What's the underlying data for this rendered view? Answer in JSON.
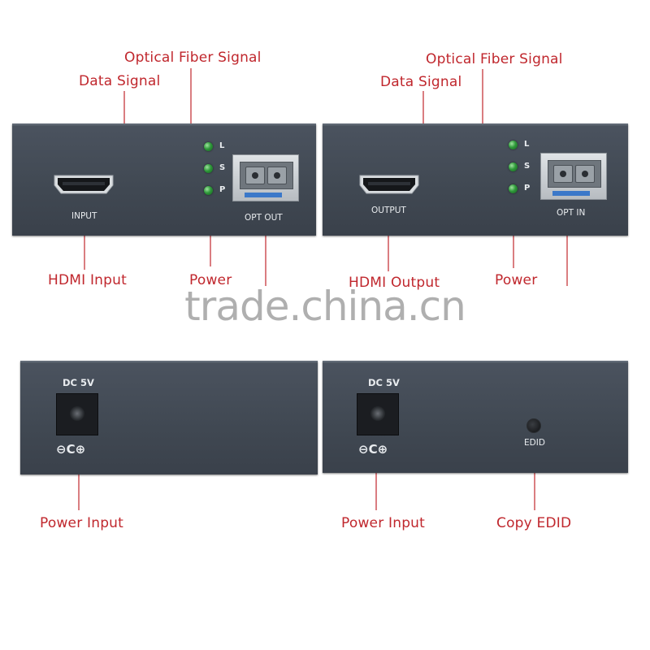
{
  "top_callouts": {
    "left": {
      "optical_fiber_signal": "Optical Fiber Signal",
      "data_signal": "Data Signal",
      "hdmi_input": "HDMI Input",
      "power": "Power"
    },
    "right": {
      "optical_fiber_signal": "Optical Fiber Signal",
      "data_signal": "Data Signal",
      "hdmi_output": "HDMI Output",
      "power": "Power"
    }
  },
  "transmitter_front": {
    "hdmi_label": "INPUT",
    "opt_label": "OPT OUT",
    "leds": [
      "L",
      "S",
      "P"
    ]
  },
  "receiver_front": {
    "hdmi_label": "OUTPUT",
    "opt_label": "OPT IN",
    "leds": [
      "L",
      "S",
      "P"
    ]
  },
  "watermark": "trade.china.cn",
  "transmitter_back": {
    "dc_label": "DC 5V",
    "polarity": "⊖C⊕"
  },
  "receiver_back": {
    "dc_label": "DC 5V",
    "polarity": "⊖C⊕",
    "edid_label": "EDID"
  },
  "bottom_callouts": {
    "left_power_input": "Power Input",
    "right_power_input": "Power Input",
    "copy_edid": "Copy EDID"
  },
  "colors": {
    "callout": "#c0272d",
    "panel": "#434b56",
    "led_green": "#2f9a3a",
    "sfp_tab_blue": "#3b78c9"
  }
}
